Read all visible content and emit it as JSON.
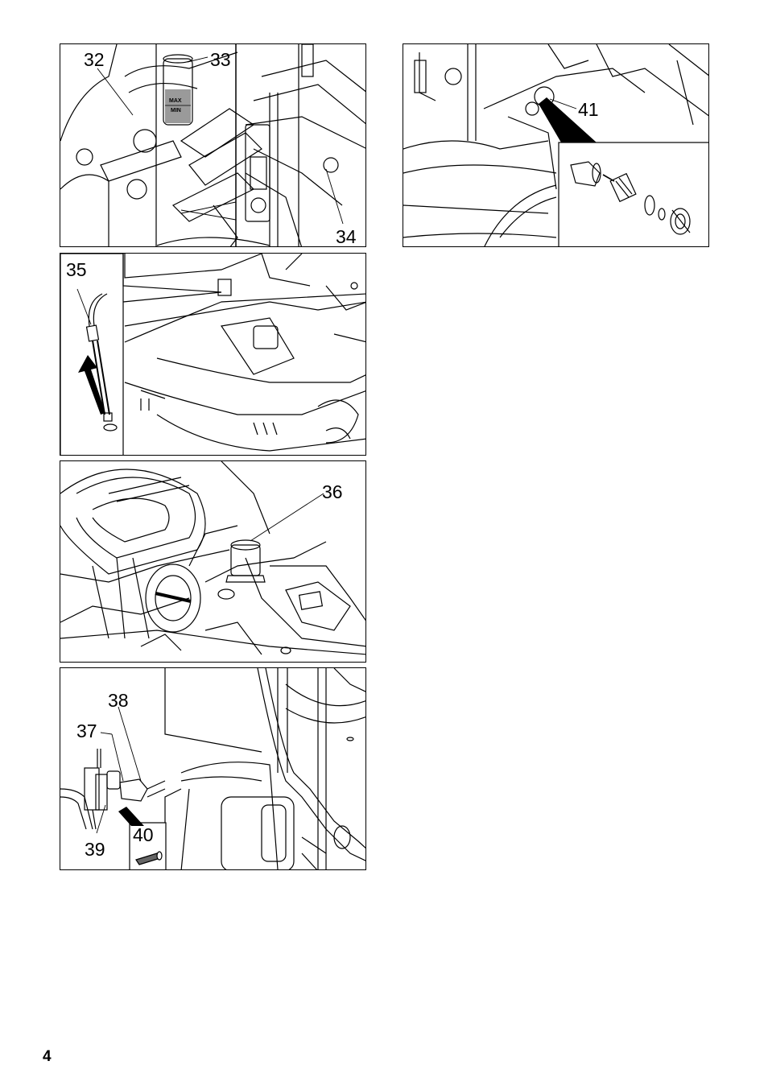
{
  "figures": [
    {
      "id": "fig-pump",
      "callouts": [
        "32",
        "33",
        "34"
      ],
      "gauge_labels": [
        "MAX",
        "MIN"
      ]
    },
    {
      "id": "fig-filter",
      "callouts": [
        "41"
      ]
    },
    {
      "id": "fig-suction",
      "callouts": [
        "35"
      ]
    },
    {
      "id": "fig-tank",
      "callouts": [
        "36"
      ]
    },
    {
      "id": "fig-valve",
      "callouts": [
        "38",
        "37",
        "39",
        "40"
      ]
    }
  ],
  "footer": {
    "page_number": "4"
  }
}
